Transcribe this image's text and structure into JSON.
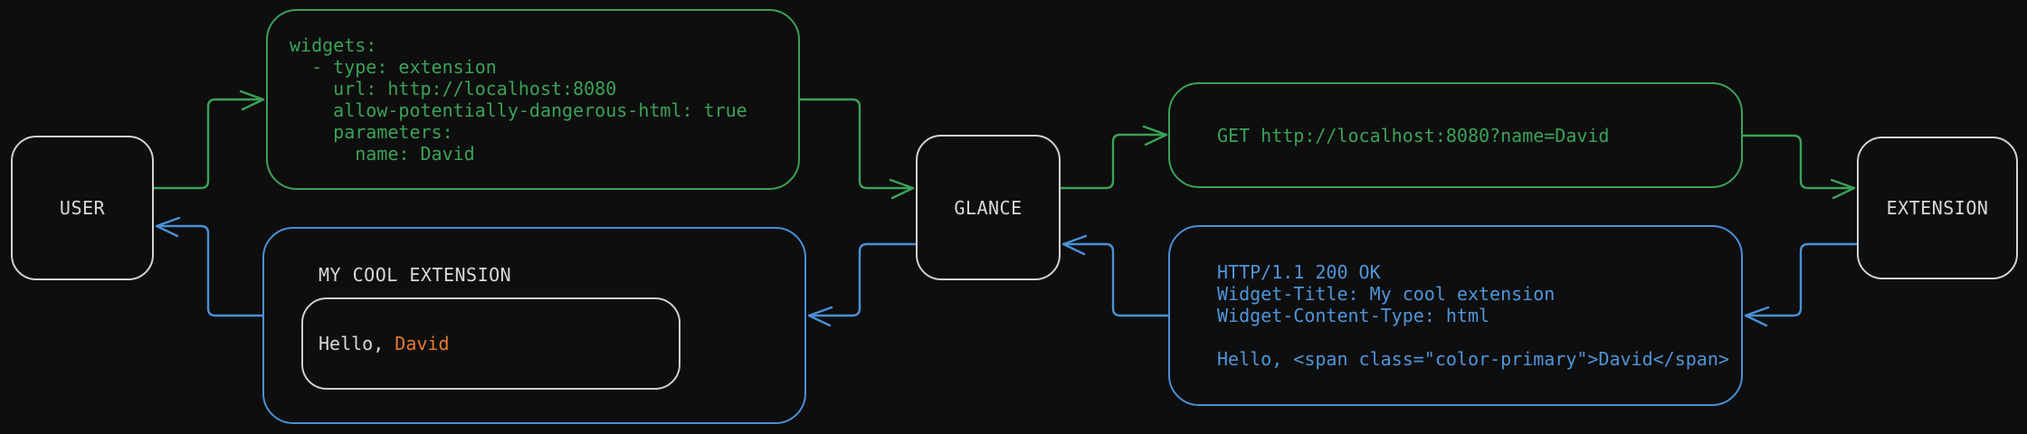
{
  "colors": {
    "background": "#0e0e0e",
    "request_green": "#3ba257",
    "response_blue": "#4a90d6",
    "accent_orange": "#e8792f",
    "node_border_gray": "#d2d2d2",
    "text_gray": "#d9d9d9"
  },
  "nodes": {
    "user": {
      "label": "USER"
    },
    "glance": {
      "label": "GLANCE"
    },
    "extension": {
      "label": "EXTENSION"
    }
  },
  "messages": {
    "config": {
      "yaml": "widgets:\n  - type: extension\n    url: http://localhost:8080\n    allow-potentially-dangerous-html: true\n    parameters:\n      name: David"
    },
    "request": {
      "text": "GET http://localhost:8080?name=David"
    },
    "response": {
      "text": "HTTP/1.1 200 OK\nWidget-Title: My cool extension\nWidget-Content-Type: html\n\nHello, <span class=\"color-primary\">David</span>"
    },
    "widget": {
      "title": "MY COOL EXTENSION",
      "greeting_prefix": "Hello, ",
      "greeting_name": "David"
    }
  }
}
